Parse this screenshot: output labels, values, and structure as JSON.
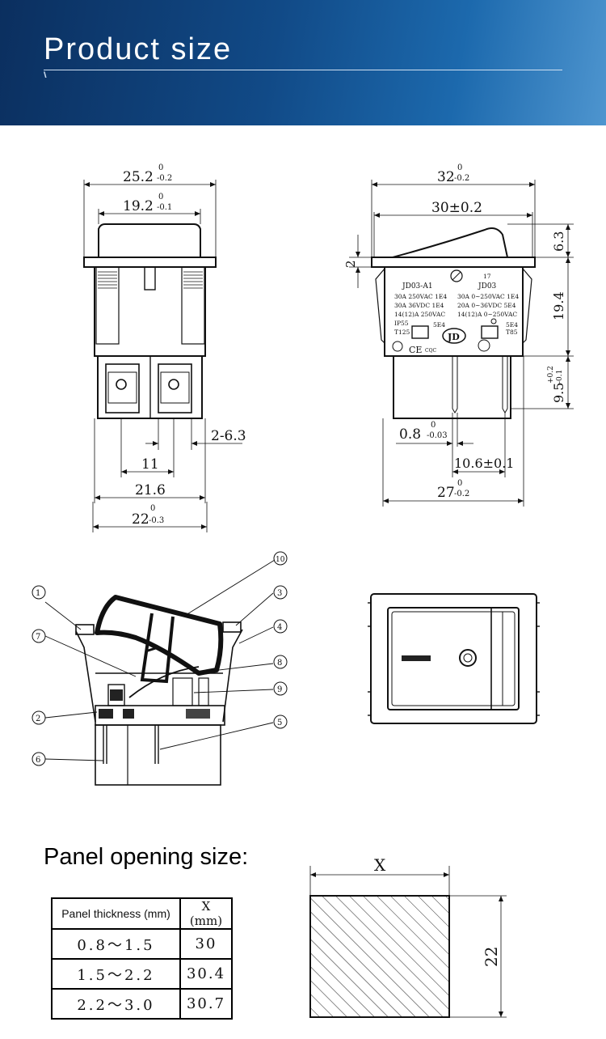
{
  "header": {
    "title": "Product size",
    "marks": "\\\\"
  },
  "front_view": {
    "dim_top": "25.2",
    "dim_top_tol": [
      "0",
      "-0.2"
    ],
    "dim_second": "19.2",
    "dim_second_tol": [
      "0",
      "-0.1"
    ],
    "dim_terminal": "2-6.3",
    "dim_pitch": "11",
    "dim_216": "21.6",
    "dim_bottom": "22",
    "dim_bottom_tol": [
      "0",
      "-0.3"
    ]
  },
  "side_view": {
    "dim_top": "32",
    "dim_top_tol": [
      "0",
      "-0.2"
    ],
    "dim_second": "30±0.2",
    "dim_left": "2",
    "dim_right_1": "6.3",
    "dim_right_2": "19.4",
    "dim_right_3": "9.5",
    "dim_right_3_tol": [
      "+0.2",
      "-0.1"
    ],
    "dim_pin": "0.8",
    "dim_pin_tol": [
      "0",
      "-0.03"
    ],
    "dim_106": "10.6±0.1",
    "dim_bottom": "27",
    "dim_bottom_tol": [
      "0",
      "-0.2"
    ],
    "label": {
      "num": "17",
      "left_model": "JD03-A1",
      "right_model": "JD03",
      "left_lines": [
        "30A 250VAC 1E4",
        "30A 36VDC 1E4",
        "14(12)A 250VAC",
        "IP55",
        "T125"
      ],
      "right_lines": [
        "30A 0~250VAC 1E4",
        "20A 0~36VDC 5E4",
        "14(12)A 0~250VAC"
      ],
      "left_5e4": "5E4",
      "right_5e4": "5E4",
      "right_t85": "T85",
      "logo": "JD",
      "ce": "CE",
      "cqc": "CQC"
    }
  },
  "section_view": {
    "callouts": [
      "①",
      "②",
      "③",
      "④",
      "⑤",
      "⑥",
      "⑦",
      "⑧",
      "⑨",
      "⑩"
    ]
  },
  "panel_opening": {
    "title": "Panel opening size:",
    "table": {
      "headers": [
        "Panel thickness (mm)",
        "X (mm)"
      ],
      "rows": [
        [
          "0.8～1.5",
          "30"
        ],
        [
          "1.5～2.2",
          "30.4"
        ],
        [
          "2.2～3.0",
          "30.7"
        ]
      ]
    },
    "diagram": {
      "x_label": "X",
      "height_label": "22"
    }
  }
}
